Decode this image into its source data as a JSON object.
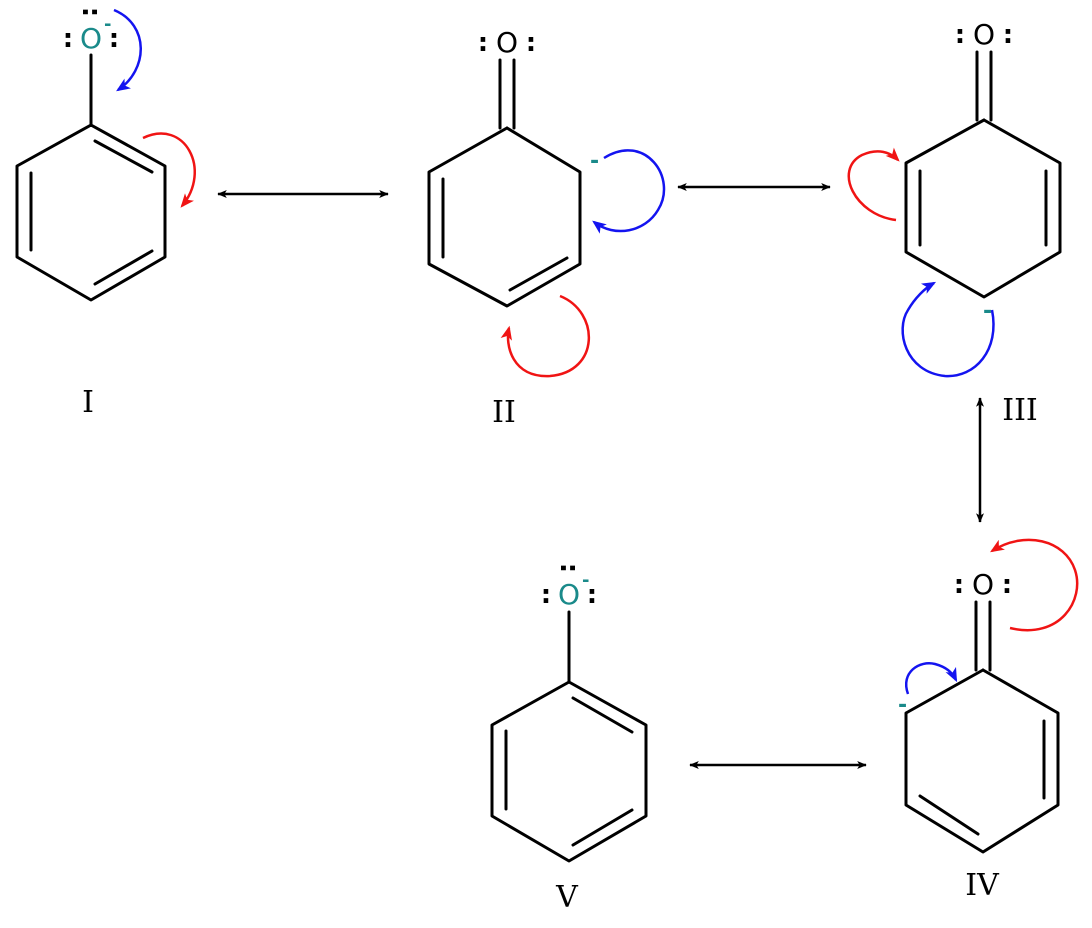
{
  "structures": [
    {
      "label": "I",
      "oxygen": "O",
      "charge": "-",
      "carbanion": ""
    },
    {
      "label": "II",
      "oxygen": "O",
      "charge": "",
      "carbanion": "-"
    },
    {
      "label": "III",
      "oxygen": "O",
      "charge": "",
      "carbanion": "-"
    },
    {
      "label": "IV",
      "oxygen": "O",
      "charge": "",
      "carbanion": "-"
    },
    {
      "label": "V",
      "oxygen": "O",
      "charge": "-",
      "carbanion": ""
    }
  ],
  "colors": {
    "anion_oxygen": "#1a8a8a",
    "neutral_oxygen": "#000000",
    "carbanion": "#1a8a8a",
    "arrow_blue": "#1414f0",
    "arrow_red": "#f01414",
    "bonds": "#000000"
  },
  "lone_pair_glyph": ":"
}
